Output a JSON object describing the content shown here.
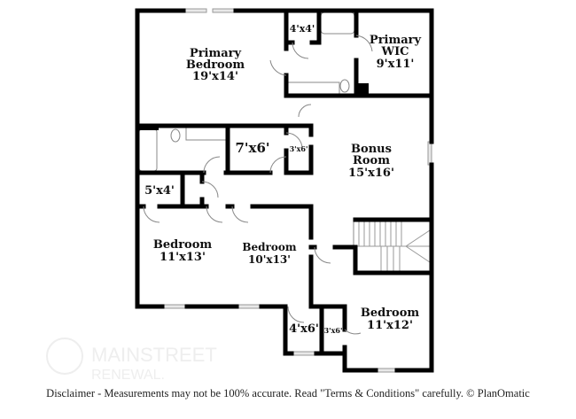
{
  "rooms": [
    {
      "name": "Primary Bedroom",
      "line1": "Primary",
      "line2": "Bedroom",
      "size": "19'x14'"
    },
    {
      "name": "Primary WIC",
      "line1": "Primary",
      "line2": "WIC",
      "size": "9'x11'"
    },
    {
      "name": "closet",
      "size": "4'x4'"
    },
    {
      "name": "closet",
      "size": "7'x6'"
    },
    {
      "name": "closet",
      "size": "3'x6'"
    },
    {
      "name": "Bonus Room",
      "line1": "Bonus",
      "line2": "Room",
      "size": "15'x16'"
    },
    {
      "name": "closet",
      "size": "5'x4'"
    },
    {
      "name": "Bedroom",
      "line1": "Bedroom",
      "size": "11'x13'"
    },
    {
      "name": "Bedroom",
      "line1": "Bedroom",
      "size": "10'x13'"
    },
    {
      "name": "closet",
      "size": "4'x6'"
    },
    {
      "name": "closet",
      "size": "3'x6'"
    },
    {
      "name": "Bedroom",
      "line1": "Bedroom",
      "size": "11'x12'"
    }
  ],
  "watermark": {
    "line1": "MAINSTREET",
    "line2": "RENEWAL."
  },
  "disclaimer": "Disclaimer - Measurements may not be 100% accurate. Read \"Terms & Conditions\" carefully. © PlanOmatic"
}
